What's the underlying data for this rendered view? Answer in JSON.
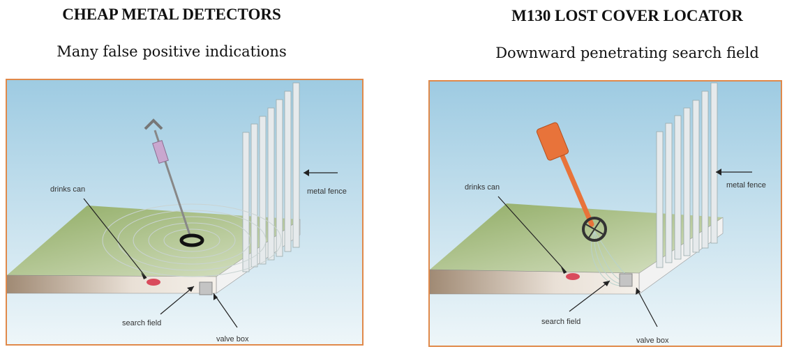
{
  "left": {
    "title": "CHEAP METAL DETECTORS",
    "subtitle": "Many false positive indications",
    "labels": {
      "drinks_can": "drinks can",
      "metal_fence": "metal fence",
      "search_field": "search field",
      "valve_box": "valve box"
    }
  },
  "right": {
    "title": "M130 LOST COVER LOCATOR",
    "subtitle": "Downward penetrating search field",
    "labels": {
      "drinks_can": "drinks can",
      "metal_fence": "metal fence",
      "search_field": "search field",
      "valve_box": "valve box"
    }
  },
  "colors": {
    "frame": "#e0894a",
    "sky_top": "#a7cfe4",
    "grass": "#a5ba7a",
    "locator": "#e8733a"
  }
}
